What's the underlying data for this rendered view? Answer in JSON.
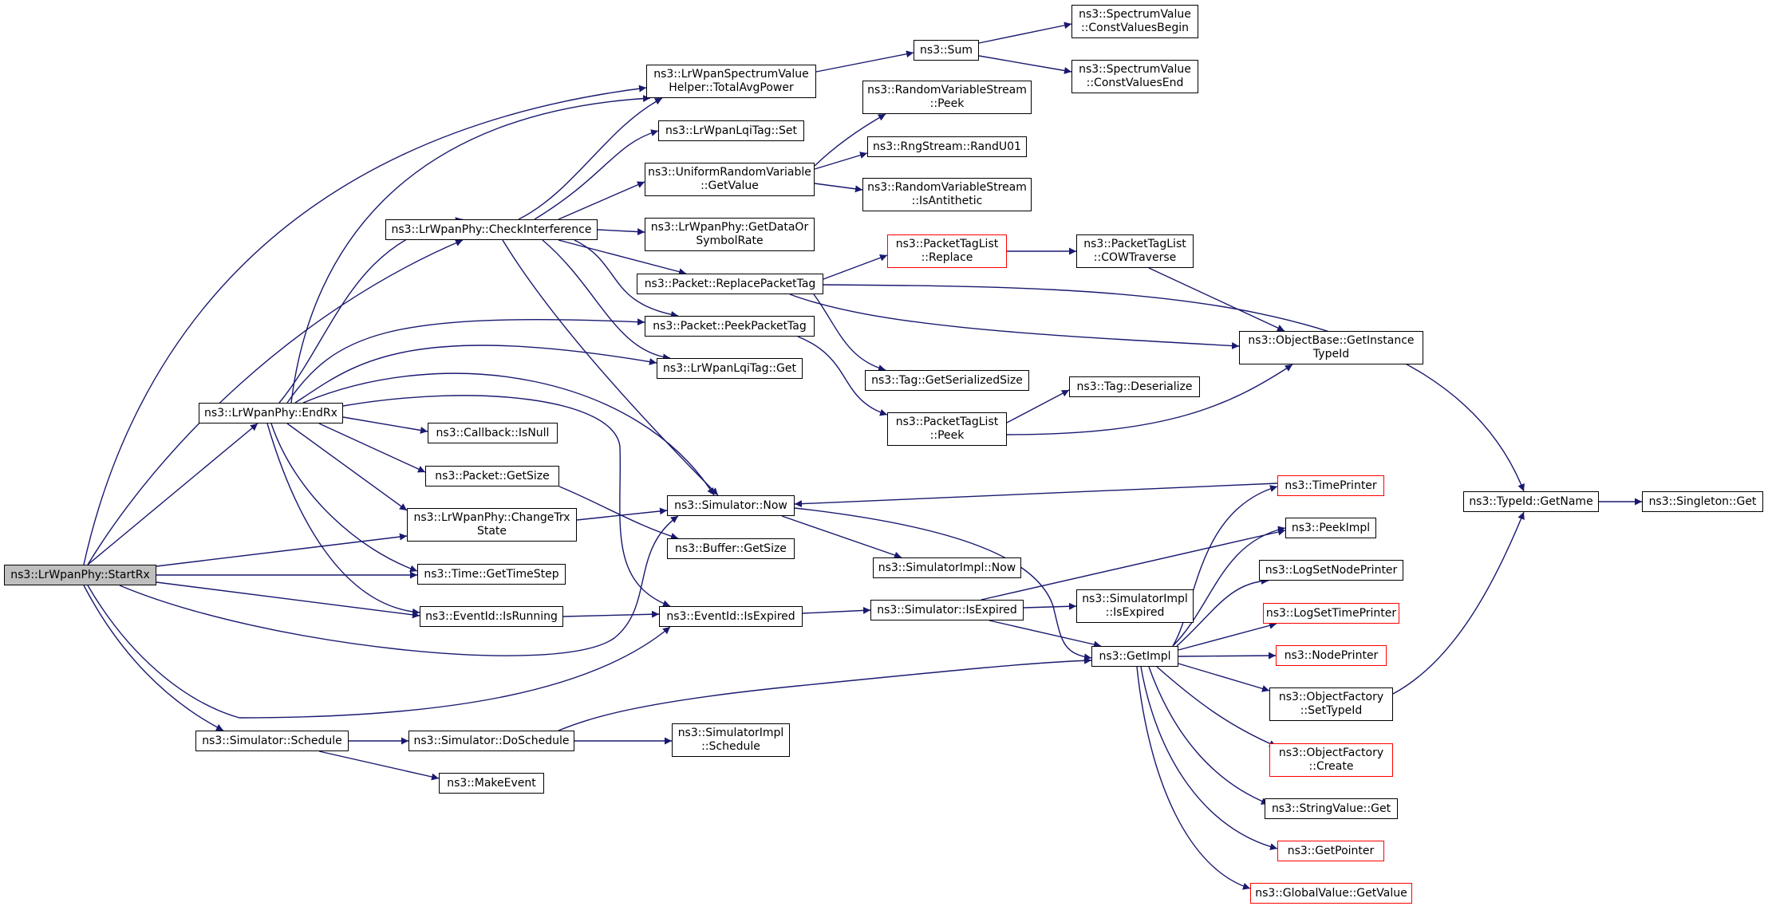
{
  "colors": {
    "edge": "#191970",
    "node_border": "#000000",
    "node_truncated_border": "#ff0000",
    "root_fill": "#bfbfbf"
  },
  "nodes": [
    {
      "id": "startrx",
      "lines": [
        "ns3::LrWpanPhy::StartRx"
      ],
      "root": true
    },
    {
      "id": "endrx",
      "lines": [
        "ns3::LrWpanPhy::EndRx"
      ]
    },
    {
      "id": "schedule",
      "lines": [
        "ns3::Simulator::Schedule"
      ]
    },
    {
      "id": "checkinterference",
      "lines": [
        "ns3::LrWpanPhy::CheckInterference"
      ]
    },
    {
      "id": "totalavgpower",
      "lines": [
        "ns3::LrWpanSpectrumValue",
        "Helper::TotalAvgPower"
      ]
    },
    {
      "id": "lqitagset",
      "lines": [
        "ns3::LrWpanLqiTag::Set"
      ]
    },
    {
      "id": "uniformgetvalue",
      "lines": [
        "ns3::UniformRandomVariable",
        "::GetValue"
      ]
    },
    {
      "id": "getdataorsymbolrate",
      "lines": [
        "ns3::LrWpanPhy::GetDataOr",
        "SymbolRate"
      ]
    },
    {
      "id": "replacepackettag",
      "lines": [
        "ns3::Packet::ReplacePacketTag"
      ]
    },
    {
      "id": "peekpackettag",
      "lines": [
        "ns3::Packet::PeekPacketTag"
      ]
    },
    {
      "id": "lqitagget",
      "lines": [
        "ns3::LrWpanLqiTag::Get"
      ]
    },
    {
      "id": "callbackisnull",
      "lines": [
        "ns3::Callback::IsNull"
      ]
    },
    {
      "id": "packetgetsize",
      "lines": [
        "ns3::Packet::GetSize"
      ]
    },
    {
      "id": "changetrxstate",
      "lines": [
        "ns3::LrWpanPhy::ChangeTrx",
        "State"
      ]
    },
    {
      "id": "gettimestep",
      "lines": [
        "ns3::Time::GetTimeStep"
      ]
    },
    {
      "id": "eventisrunning",
      "lines": [
        "ns3::EventId::IsRunning"
      ]
    },
    {
      "id": "doschedule",
      "lines": [
        "ns3::Simulator::DoSchedule"
      ]
    },
    {
      "id": "makeevent",
      "lines": [
        "ns3::MakeEvent"
      ]
    },
    {
      "id": "sum",
      "lines": [
        "ns3::Sum"
      ]
    },
    {
      "id": "rvspeek",
      "lines": [
        "ns3::RandomVariableStream",
        "::Peek"
      ]
    },
    {
      "id": "randu01",
      "lines": [
        "ns3::RngStream::RandU01"
      ]
    },
    {
      "id": "isantithetic",
      "lines": [
        "ns3::RandomVariableStream",
        "::IsAntithetic"
      ]
    },
    {
      "id": "ptlreplace",
      "lines": [
        "ns3::PacketTagList",
        "::Replace"
      ],
      "truncated": true
    },
    {
      "id": "taggetserializedsize",
      "lines": [
        "ns3::Tag::GetSerializedSize"
      ]
    },
    {
      "id": "ptlpeek",
      "lines": [
        "ns3::PacketTagList",
        "::Peek"
      ]
    },
    {
      "id": "simulatornow",
      "lines": [
        "ns3::Simulator::Now"
      ]
    },
    {
      "id": "buffergetsize",
      "lines": [
        "ns3::Buffer::GetSize"
      ]
    },
    {
      "id": "eventisexpired",
      "lines": [
        "ns3::EventId::IsExpired"
      ]
    },
    {
      "id": "simimplschedule",
      "lines": [
        "ns3::SimulatorImpl",
        "::Schedule"
      ]
    },
    {
      "id": "simimplnow",
      "lines": [
        "ns3::SimulatorImpl::Now"
      ]
    },
    {
      "id": "simisexpired",
      "lines": [
        "ns3::Simulator::IsExpired"
      ]
    },
    {
      "id": "constvaluesbegin",
      "lines": [
        "ns3::SpectrumValue",
        "::ConstValuesBegin"
      ]
    },
    {
      "id": "constvaluesend",
      "lines": [
        "ns3::SpectrumValue",
        "::ConstValuesEnd"
      ]
    },
    {
      "id": "cowtraverse",
      "lines": [
        "ns3::PacketTagList",
        "::COWTraverse"
      ]
    },
    {
      "id": "tagdeserialize",
      "lines": [
        "ns3::Tag::Deserialize"
      ]
    },
    {
      "id": "simimplisexpired",
      "lines": [
        "ns3::SimulatorImpl",
        "::IsExpired"
      ]
    },
    {
      "id": "getimpl",
      "lines": [
        "ns3::GetImpl"
      ]
    },
    {
      "id": "getinstancetypeid",
      "lines": [
        "ns3::ObjectBase::GetInstance",
        "TypeId"
      ]
    },
    {
      "id": "timeprinter",
      "lines": [
        "ns3::TimePrinter"
      ],
      "truncated": true
    },
    {
      "id": "peekimpl",
      "lines": [
        "ns3::PeekImpl"
      ]
    },
    {
      "id": "logsetnodeprinter",
      "lines": [
        "ns3::LogSetNodePrinter"
      ]
    },
    {
      "id": "logsettimeprinter",
      "lines": [
        "ns3::LogSetTimePrinter"
      ],
      "truncated": true
    },
    {
      "id": "nodeprinter",
      "lines": [
        "ns3::NodePrinter"
      ],
      "truncated": true
    },
    {
      "id": "settypeid",
      "lines": [
        "ns3::ObjectFactory",
        "::SetTypeId"
      ]
    },
    {
      "id": "ofcreate",
      "lines": [
        "ns3::ObjectFactory",
        "::Create"
      ],
      "truncated": true
    },
    {
      "id": "stringvalueget",
      "lines": [
        "ns3::StringValue::Get"
      ]
    },
    {
      "id": "getpointer",
      "lines": [
        "ns3::GetPointer"
      ],
      "truncated": true
    },
    {
      "id": "globalvaluegetvalue",
      "lines": [
        "ns3::GlobalValue::GetValue"
      ],
      "truncated": true
    },
    {
      "id": "typeidgetname",
      "lines": [
        "ns3::TypeId::GetName"
      ]
    },
    {
      "id": "singletonget",
      "lines": [
        "ns3::Singleton::Get"
      ]
    }
  ],
  "edges": [
    [
      "startrx",
      "endrx"
    ],
    [
      "startrx",
      "schedule"
    ],
    [
      "startrx",
      "checkinterference"
    ],
    [
      "startrx",
      "totalavgpower"
    ],
    [
      "startrx",
      "changetrxstate"
    ],
    [
      "startrx",
      "gettimestep"
    ],
    [
      "startrx",
      "eventisrunning"
    ],
    [
      "startrx",
      "simulatornow"
    ],
    [
      "startrx",
      "eventisexpired"
    ],
    [
      "endrx",
      "checkinterference"
    ],
    [
      "endrx",
      "totalavgpower"
    ],
    [
      "endrx",
      "peekpackettag"
    ],
    [
      "endrx",
      "lqitagget"
    ],
    [
      "endrx",
      "simulatornow"
    ],
    [
      "endrx",
      "callbackisnull"
    ],
    [
      "endrx",
      "packetgetsize"
    ],
    [
      "endrx",
      "changetrxstate"
    ],
    [
      "endrx",
      "gettimestep"
    ],
    [
      "endrx",
      "eventisrunning"
    ],
    [
      "endrx",
      "eventisexpired"
    ],
    [
      "schedule",
      "doschedule"
    ],
    [
      "schedule",
      "makeevent"
    ],
    [
      "checkinterference",
      "totalavgpower"
    ],
    [
      "checkinterference",
      "lqitagset"
    ],
    [
      "checkinterference",
      "uniformgetvalue"
    ],
    [
      "checkinterference",
      "getdataorsymbolrate"
    ],
    [
      "checkinterference",
      "replacepackettag"
    ],
    [
      "checkinterference",
      "peekpackettag"
    ],
    [
      "checkinterference",
      "lqitagget"
    ],
    [
      "checkinterference",
      "simulatornow"
    ],
    [
      "totalavgpower",
      "sum"
    ],
    [
      "sum",
      "constvaluesbegin"
    ],
    [
      "sum",
      "constvaluesend"
    ],
    [
      "uniformgetvalue",
      "rvspeek"
    ],
    [
      "uniformgetvalue",
      "randu01"
    ],
    [
      "uniformgetvalue",
      "isantithetic"
    ],
    [
      "replacepackettag",
      "ptlreplace"
    ],
    [
      "replacepackettag",
      "taggetserializedsize"
    ],
    [
      "replacepackettag",
      "getinstancetypeid"
    ],
    [
      "replacepackettag",
      "typeidgetname"
    ],
    [
      "ptlreplace",
      "cowtraverse"
    ],
    [
      "cowtraverse",
      "getinstancetypeid"
    ],
    [
      "peekpackettag",
      "ptlpeek"
    ],
    [
      "ptlpeek",
      "tagdeserialize"
    ],
    [
      "ptlpeek",
      "getinstancetypeid"
    ],
    [
      "packetgetsize",
      "buffergetsize"
    ],
    [
      "changetrxstate",
      "simulatornow"
    ],
    [
      "simulatornow",
      "simimplnow"
    ],
    [
      "simulatornow",
      "getimpl"
    ],
    [
      "eventisrunning",
      "eventisexpired"
    ],
    [
      "eventisexpired",
      "simisexpired"
    ],
    [
      "simisexpired",
      "simimplisexpired"
    ],
    [
      "simisexpired",
      "getimpl"
    ],
    [
      "simisexpired",
      "peekimpl"
    ],
    [
      "doschedule",
      "simimplschedule"
    ],
    [
      "doschedule",
      "getimpl"
    ],
    [
      "getimpl",
      "timeprinter"
    ],
    [
      "getimpl",
      "peekimpl"
    ],
    [
      "getimpl",
      "logsetnodeprinter"
    ],
    [
      "getimpl",
      "logsettimeprinter"
    ],
    [
      "getimpl",
      "nodeprinter"
    ],
    [
      "getimpl",
      "settypeid"
    ],
    [
      "getimpl",
      "ofcreate"
    ],
    [
      "getimpl",
      "stringvalueget"
    ],
    [
      "getimpl",
      "getpointer"
    ],
    [
      "getimpl",
      "globalvaluegetvalue"
    ],
    [
      "timeprinter",
      "simulatornow"
    ],
    [
      "settypeid",
      "typeidgetname"
    ],
    [
      "typeidgetname",
      "singletonget"
    ]
  ]
}
